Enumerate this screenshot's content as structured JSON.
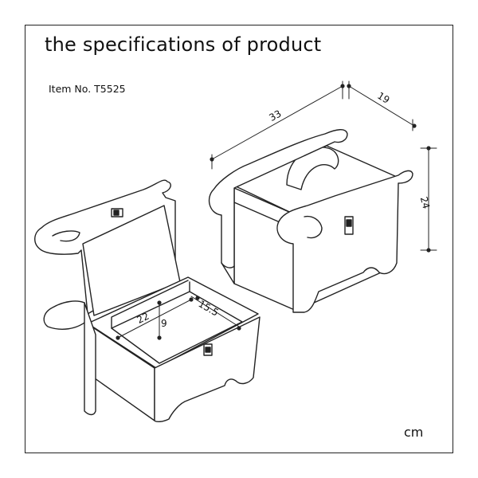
{
  "title": "the specifications of product",
  "item_no": "Item No. T5525",
  "unit": "cm",
  "dimensions": {
    "width": "33",
    "depth": "19",
    "height": "24",
    "inner_length": "22",
    "inner_depth": "15.5",
    "inner_height": "9"
  },
  "colors": {
    "line": "#222222",
    "background": "#ffffff"
  }
}
